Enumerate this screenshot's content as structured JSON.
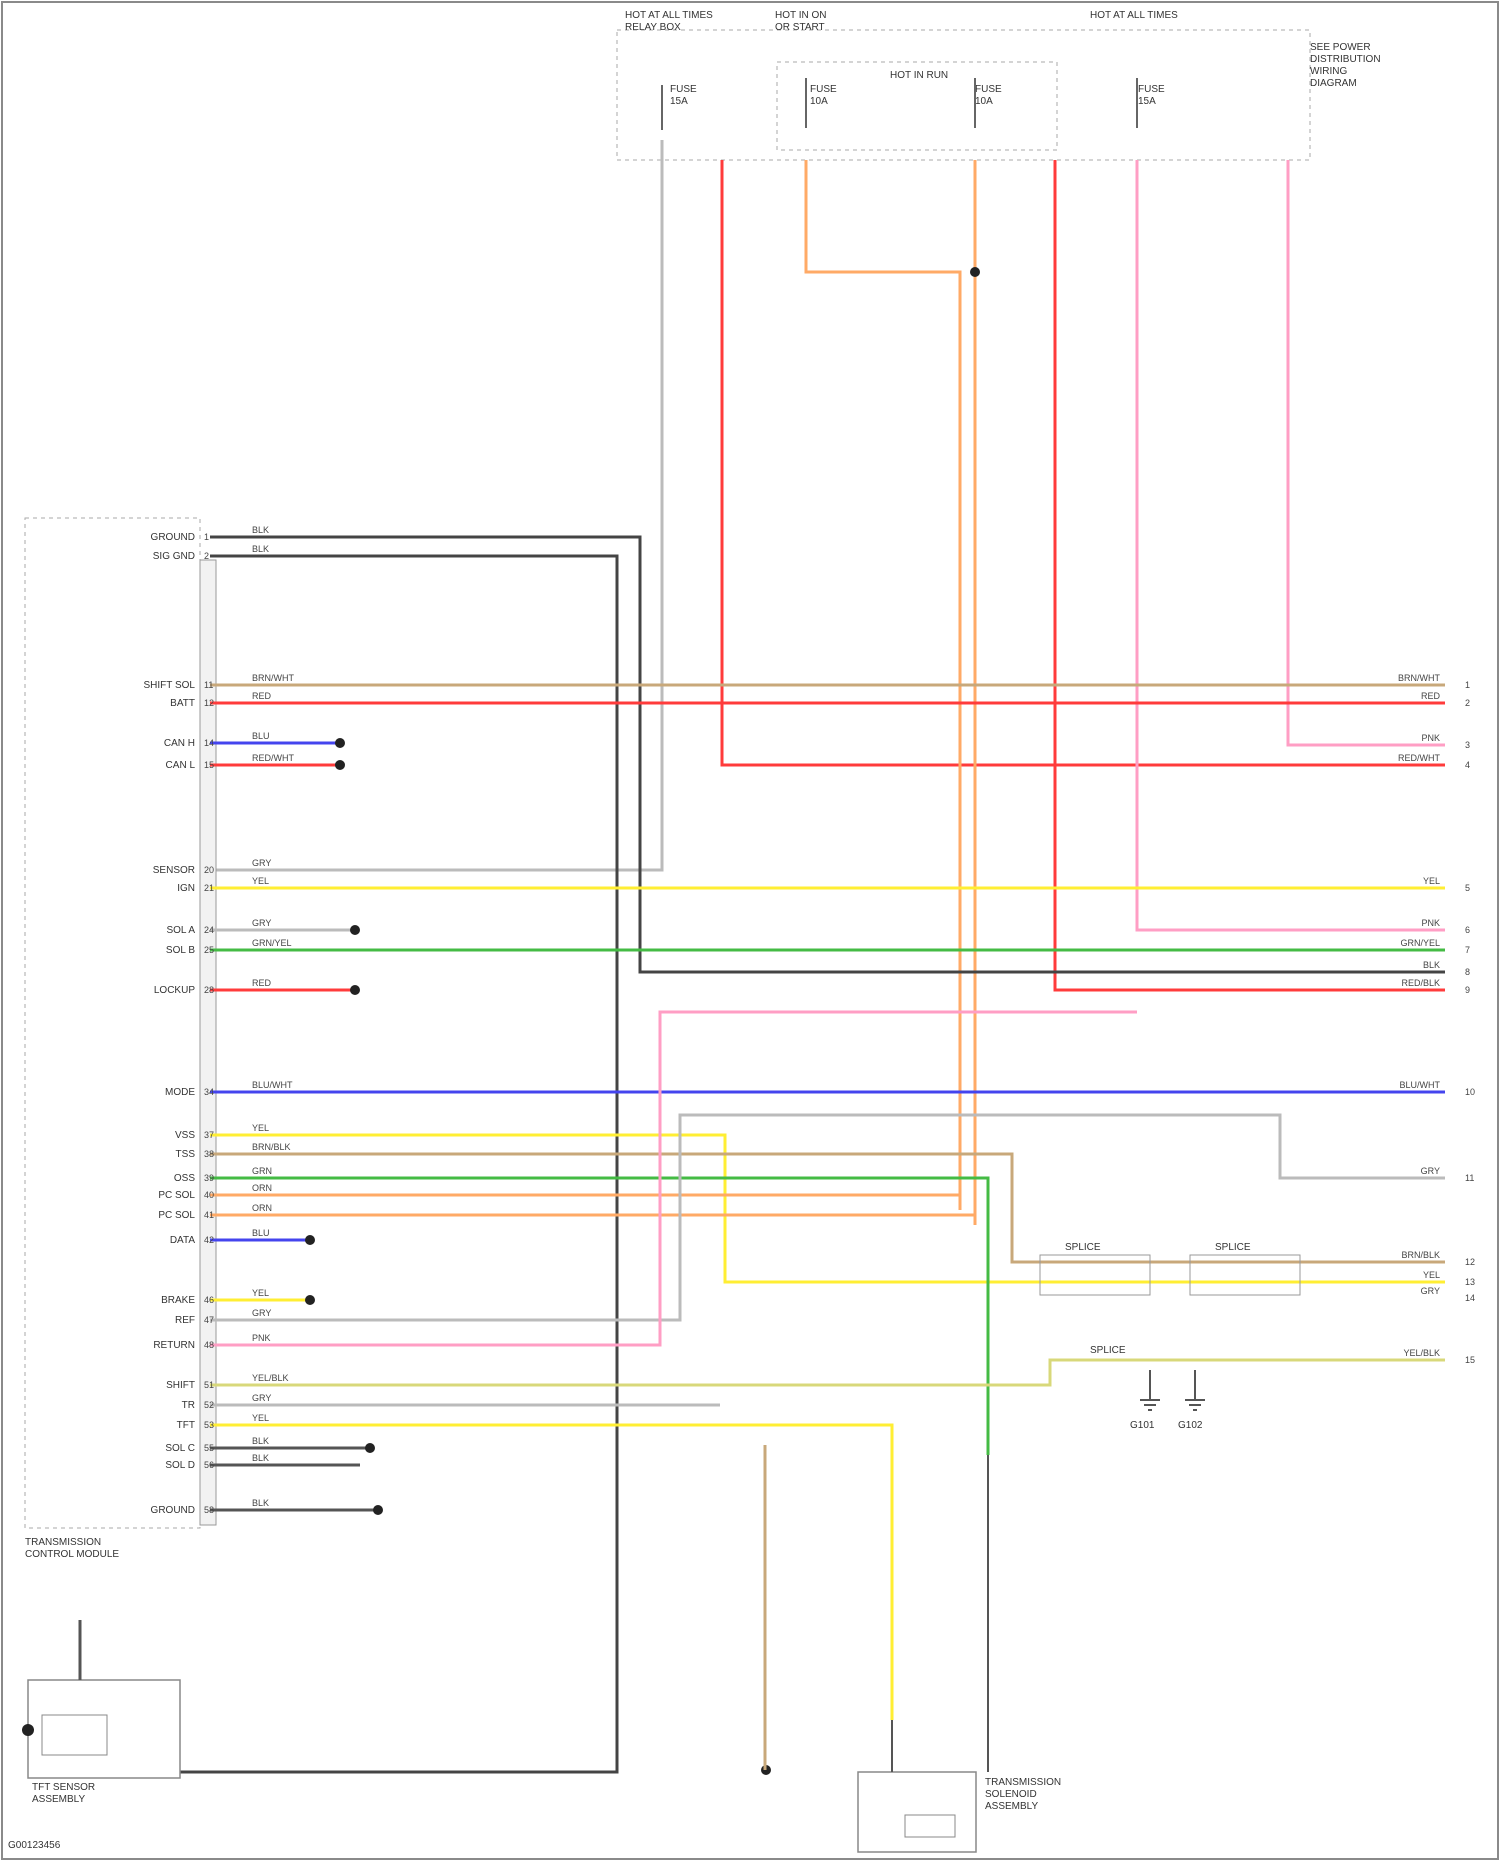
{
  "colors": {
    "frame": "#999999",
    "dash": "#aaaaaa",
    "red": "#ff3b3b",
    "pink": "#ff9ec4",
    "yellow": "#ffee33",
    "green": "#44bb44",
    "blue": "#4444ee",
    "orange": "#ffaa66",
    "gray": "#555555",
    "tan": "#c8a87a",
    "lightgray": "#bbbbbb",
    "darkgray": "#444444"
  },
  "top_fuses": [
    {
      "title": "HOT AT ALL TIMES",
      "sub": "RELAY BOX",
      "lines": [
        "FUSE",
        "15A"
      ]
    },
    {
      "title": "HOT IN ON",
      "sub": "OR START",
      "lines": [
        "FUSE",
        "10A"
      ]
    },
    {
      "title": "HOT IN RUN",
      "sub": "",
      "lines": [
        "FUSE",
        "10A"
      ]
    },
    {
      "title": "HOT AT ALL TIMES",
      "sub": "",
      "lines": [
        "FUSE",
        "15A"
      ]
    }
  ],
  "top_right_note": [
    "SEE POWER",
    "DISTRIBUTION",
    "WIRING",
    "DIAGRAM"
  ],
  "module_title": "TCM",
  "module_pins": [
    {
      "label": "GROUND",
      "pin": "1",
      "wire": "BLK",
      "color": "darkgray"
    },
    {
      "label": "SIG GND",
      "pin": "2",
      "wire": "BLK",
      "color": "darkgray"
    },
    {
      "label": "SHIFT SOL",
      "pin": "11",
      "wire": "BRN/WHT",
      "color": "tan"
    },
    {
      "label": "BATT",
      "pin": "12",
      "wire": "RED",
      "color": "red"
    },
    {
      "label": "CAN H",
      "pin": "14",
      "wire": "BLU",
      "color": "blue"
    },
    {
      "label": "CAN L",
      "pin": "15",
      "wire": "RED/WHT",
      "color": "red"
    },
    {
      "label": "SENSOR",
      "pin": "20",
      "wire": "GRY",
      "color": "lightgray"
    },
    {
      "label": "IGN",
      "pin": "21",
      "wire": "YEL",
      "color": "yellow"
    },
    {
      "label": "SOL A",
      "pin": "24",
      "wire": "GRY",
      "color": "lightgray"
    },
    {
      "label": "SOL B",
      "pin": "25",
      "wire": "GRN/YEL",
      "color": "green"
    },
    {
      "label": "LOCKUP",
      "pin": "28",
      "wire": "RED",
      "color": "red"
    },
    {
      "label": "MODE",
      "pin": "34",
      "wire": "BLU/WHT",
      "color": "blue"
    },
    {
      "label": "VSS",
      "pin": "37",
      "wire": "YEL",
      "color": "yellow"
    },
    {
      "label": "TSS",
      "pin": "38",
      "wire": "BRN/BLK",
      "color": "tan"
    },
    {
      "label": "OSS",
      "pin": "39",
      "wire": "GRN",
      "color": "green"
    },
    {
      "label": "PC SOL",
      "pin": "40",
      "wire": "ORN",
      "color": "orange"
    },
    {
      "label": "PC SOL",
      "pin": "41",
      "wire": "ORN",
      "color": "orange"
    },
    {
      "label": "DATA",
      "pin": "42",
      "wire": "BLU",
      "color": "blue"
    },
    {
      "label": "BRAKE",
      "pin": "46",
      "wire": "YEL",
      "color": "yellow"
    },
    {
      "label": "REF",
      "pin": "47",
      "wire": "GRY",
      "color": "lightgray"
    },
    {
      "label": "RETURN",
      "pin": "48",
      "wire": "PNK",
      "color": "pink"
    },
    {
      "label": "SHIFT",
      "pin": "51",
      "wire": "YEL/BLK",
      "color": "yellow"
    },
    {
      "label": "TR",
      "pin": "52",
      "wire": "GRY",
      "color": "lightgray"
    },
    {
      "label": "TFT",
      "pin": "53",
      "wire": "YEL",
      "color": "yellow"
    },
    {
      "label": "SOL C",
      "pin": "55",
      "wire": "BLK",
      "color": "darkgray"
    },
    {
      "label": "SOL D",
      "pin": "56",
      "wire": "BLK",
      "color": "darkgray"
    },
    {
      "label": "GROUND",
      "pin": "58",
      "wire": "BLK",
      "color": "darkgray"
    }
  ],
  "right_terminals": [
    {
      "wire": "BRN/WHT",
      "pin": "1"
    },
    {
      "wire": "RED",
      "pin": "2"
    },
    {
      "wire": "PNK",
      "pin": "3"
    },
    {
      "wire": "RED/WHT",
      "pin": "4"
    },
    {
      "wire": "YEL",
      "pin": "5"
    },
    {
      "wire": "PNK",
      "pin": "6"
    },
    {
      "wire": "GRN/YEL",
      "pin": "7"
    },
    {
      "wire": "BLK",
      "pin": "8"
    },
    {
      "wire": "RED/BLK",
      "pin": "9"
    },
    {
      "wire": "BLU/WHT",
      "pin": "10"
    },
    {
      "wire": "GRY",
      "pin": "11"
    },
    {
      "wire": "BRN/BLK",
      "pin": "12"
    },
    {
      "wire": "YEL",
      "pin": "13"
    },
    {
      "wire": "GRY",
      "pin": "14"
    },
    {
      "wire": "YEL/BLK",
      "pin": "15"
    }
  ],
  "splice_labels": [
    "SPLICE",
    "SPLICE",
    "SPLICE"
  ],
  "ground_labels": [
    "G101",
    "G102"
  ],
  "bottom_left_component": {
    "title": "TFT SENSOR",
    "sub": "ASSEMBLY"
  },
  "bottom_component": {
    "title": "TRANSMISSION",
    "sub": "SOLENOID",
    "sub2": "ASSEMBLY"
  },
  "module_caption": [
    "TRANSMISSION",
    "CONTROL MODULE"
  ],
  "page_code": "G00123456"
}
